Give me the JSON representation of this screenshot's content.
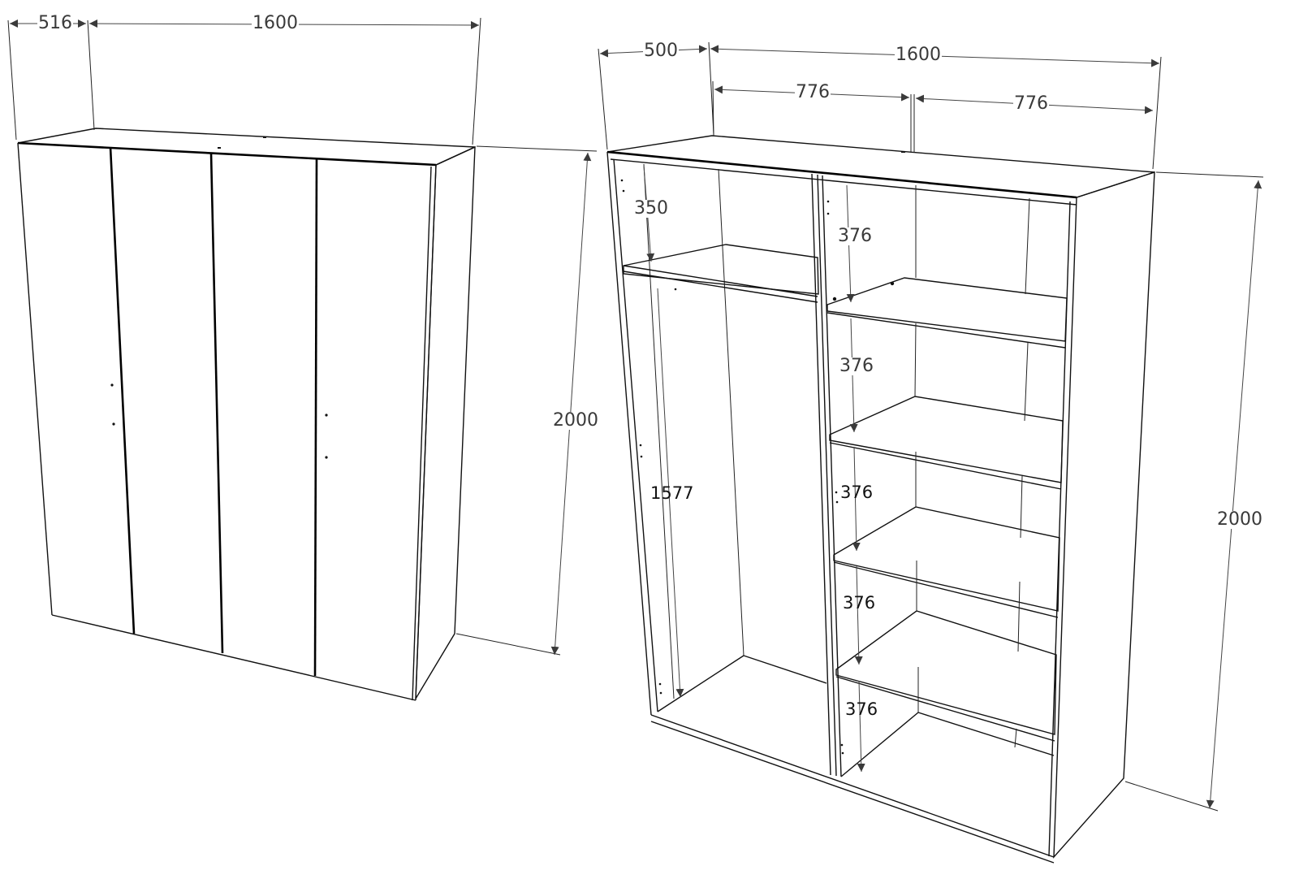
{
  "drawing": {
    "closed_view": {
      "depth_label": "516",
      "width_label": "1600",
      "height_label": "2000",
      "door_count": 4
    },
    "open_view": {
      "depth_label": "500",
      "width_label": "1600",
      "left_section_width_label": "776",
      "right_section_width_label": "776",
      "height_label": "2000",
      "left_top_shelf_label": "350",
      "hanging_height_label": "1577",
      "right_shelf_spacing_labels": [
        "376",
        "376",
        "376",
        "376",
        "376"
      ]
    }
  },
  "colors": {
    "line": "#111111",
    "dimension": "#3a3a3a",
    "background": "#ffffff"
  }
}
